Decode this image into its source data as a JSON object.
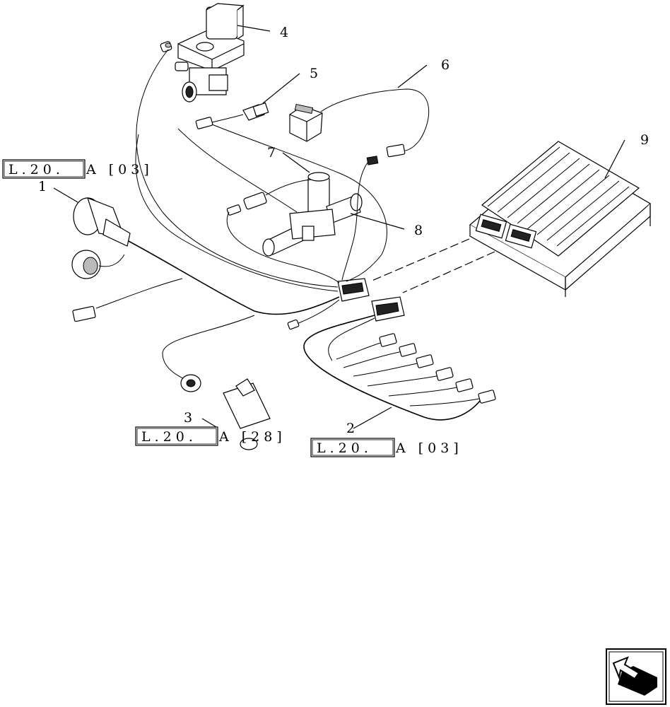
{
  "callouts": [
    "1",
    "2",
    "3",
    "4",
    "5",
    "6",
    "7",
    "8",
    "9"
  ],
  "references": {
    "ref_top_left": {
      "boxed": "L.20.",
      "rest": "A [03]"
    },
    "ref_mid_left": {
      "boxed": "L.20.",
      "rest": "A [28]"
    },
    "ref_mid_right": {
      "boxed": "L.20.",
      "rest": "A [03]"
    }
  },
  "nav_icon": "return-arrow-icon"
}
